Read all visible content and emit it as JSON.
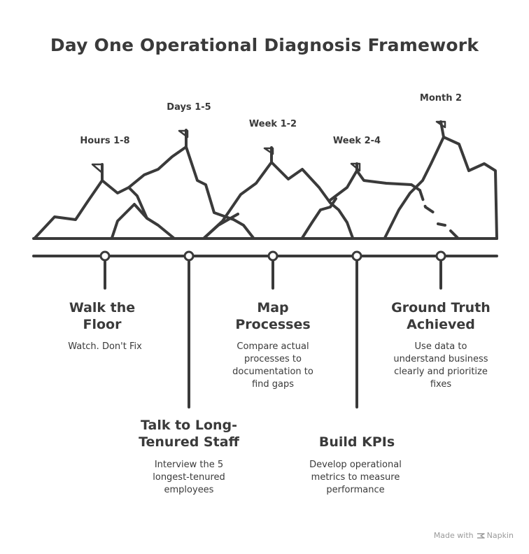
{
  "title": "Day One Operational Diagnosis Framework",
  "phases": [
    {
      "label": "Hours 1-8"
    },
    {
      "label": "Days 1-5"
    },
    {
      "label": "Week 1-2"
    },
    {
      "label": "Week 2-4"
    },
    {
      "label": "Month 2"
    }
  ],
  "steps": [
    {
      "title_line1": "Walk the",
      "title_line2": "Floor",
      "desc": [
        "Watch. Don't Fix"
      ]
    },
    {
      "title_line1": "Talk to Long-",
      "title_line2": "Tenured Staff",
      "desc": [
        "Interview the 5",
        "longest-tenured",
        "employees"
      ]
    },
    {
      "title_line1": "Map",
      "title_line2": "Processes",
      "desc": [
        "Compare actual",
        "processes to",
        "documentation to",
        "find gaps"
      ]
    },
    {
      "title_line1": "Build KPIs",
      "title_line2": "",
      "desc": [
        "Develop operational",
        "metrics to measure",
        "performance"
      ]
    },
    {
      "title_line1": "Ground Truth",
      "title_line2": "Achieved",
      "desc": [
        "Use data to",
        "understand business",
        "clearly and prioritize",
        "fixes"
      ]
    }
  ],
  "credit": {
    "prefix": "Made with",
    "brand": "Napkin"
  },
  "colors": {
    "ink": "#3a3a3a",
    "muted": "#9a9a9a",
    "background": "#ffffff"
  },
  "icons": {
    "flag": "flag-icon",
    "brand": "napkin-logo-icon"
  }
}
